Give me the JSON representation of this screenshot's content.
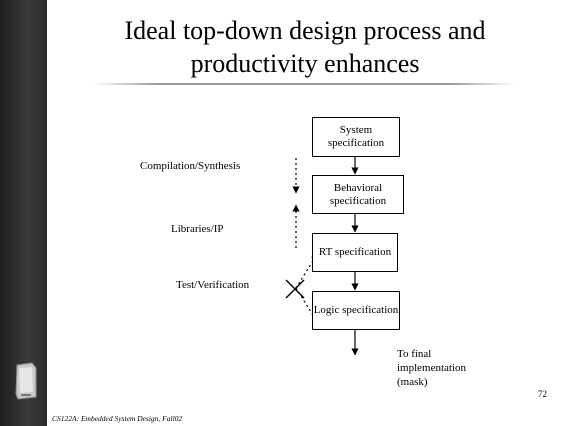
{
  "slide": {
    "title": "Ideal top-down design process and productivity enhances",
    "page_number": "72",
    "footer": "CS122A: Embedded System Design, Fall02"
  },
  "diagram": {
    "stages": [
      {
        "label": "System specification"
      },
      {
        "label": "Behavioral specification"
      },
      {
        "label": "RT specification"
      },
      {
        "label": "Logic specification"
      }
    ],
    "annotations": {
      "compilation": "Compilation/Synthesis",
      "libraries": "Libraries/IP",
      "test": "Test/Verification"
    },
    "final_output": "To final implementation (mask)"
  },
  "colors": {
    "left_band": "#2e2e2e",
    "rule": "#9a9a9a"
  }
}
